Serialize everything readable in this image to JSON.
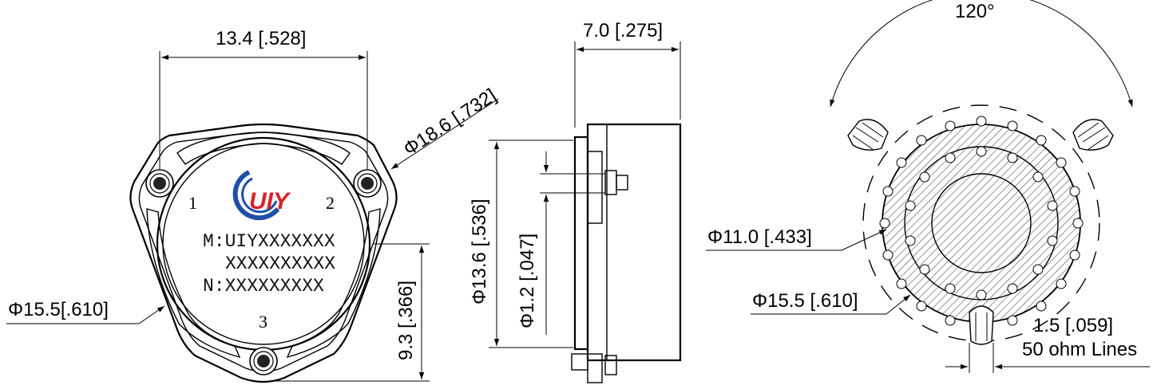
{
  "front_view": {
    "dim_width": "13.4 [.528]",
    "dim_outer_dia": "Φ18.6 [.732]",
    "dim_face_dia": "Φ15.5[.610]",
    "dim_height": "9.3 [.366]",
    "pin_labels": [
      "1",
      "2",
      "3"
    ],
    "logo_text": "UIY",
    "label_line1": "M:UIYXXXXXXX",
    "label_line2": "XXXXXXXXXX",
    "label_line3": "N:XXXXXXXXX",
    "logo_colors": {
      "blue": "#1f4fa8",
      "red": "#d8232a"
    }
  },
  "side_view": {
    "dim_depth": "7.0 [.275]",
    "dim_body_dia": "Φ13.6 [.536]",
    "dim_pin_dia": "Φ1.2 [.047]"
  },
  "rear_view": {
    "dim_angle": "120°",
    "dim_inner_dia": "Φ11.0 [.433]",
    "dim_outer_dia": "Φ15.5 [.610]",
    "dim_lead_width": "1.5 [.059]",
    "dim_lead_note": "50 ohm Lines"
  }
}
